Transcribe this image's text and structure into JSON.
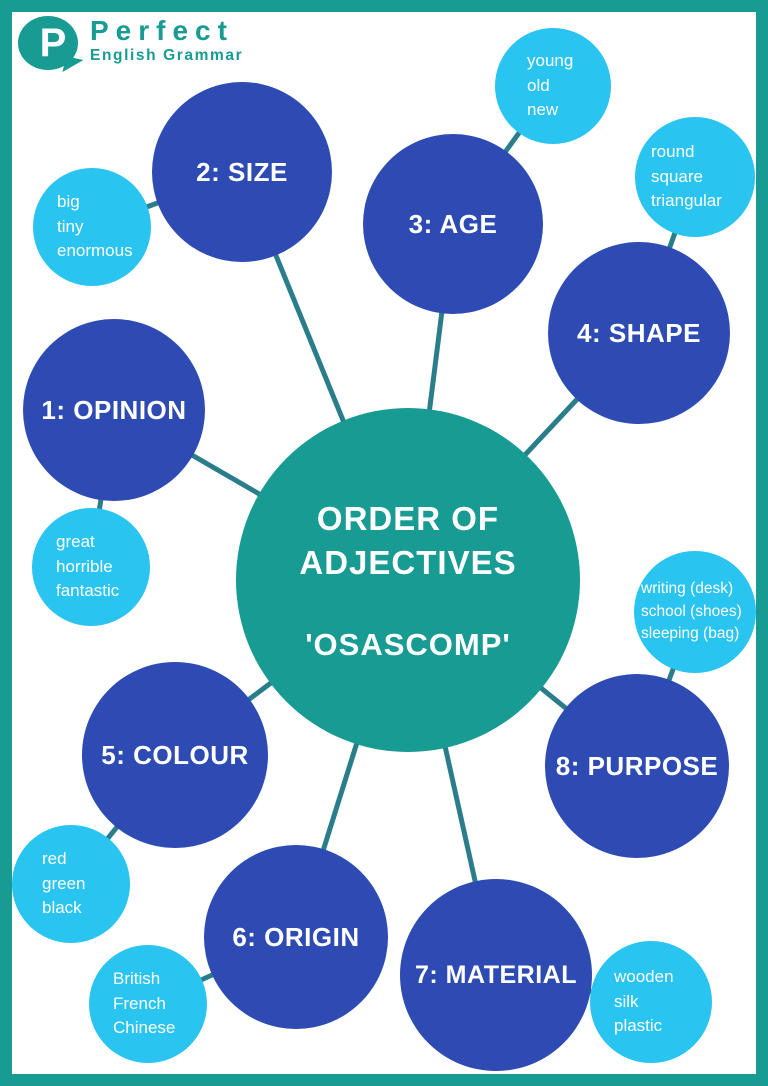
{
  "logo": {
    "bubble_letter": "P",
    "brand": "Perfect",
    "subtitle": "English Grammar"
  },
  "center": {
    "title_line1": "ORDER OF",
    "title_line2": "ADJECTIVES",
    "mnemonic": "'OSASCOMP'"
  },
  "nodes": [
    {
      "id": "opinion",
      "label": "1: OPINION",
      "examples": [
        "great",
        "horrible",
        "fantastic"
      ]
    },
    {
      "id": "size",
      "label": "2: SIZE",
      "examples": [
        "big",
        "tiny",
        "enormous"
      ]
    },
    {
      "id": "age",
      "label": "3: AGE",
      "examples": [
        "young",
        "old",
        "new"
      ]
    },
    {
      "id": "shape",
      "label": "4: SHAPE",
      "examples": [
        "round",
        "square",
        "triangular"
      ]
    },
    {
      "id": "colour",
      "label": "5: COLOUR",
      "examples": [
        "red",
        "green",
        "black"
      ]
    },
    {
      "id": "origin",
      "label": "6: ORIGIN",
      "examples": [
        "British",
        "French",
        "Chinese"
      ]
    },
    {
      "id": "material",
      "label": "7: MATERIAL",
      "examples": [
        "wooden",
        "silk",
        "plastic"
      ]
    },
    {
      "id": "purpose",
      "label": "8: PURPOSE",
      "examples": [
        "writing (desk)",
        "school (shoes)",
        "sleeping (bag)"
      ]
    }
  ],
  "colors": {
    "teal": "#179b92",
    "blue": "#2d4bb2",
    "cyan": "#29c4f0",
    "connector": "#2a7d8b",
    "text": "#ffffff"
  }
}
